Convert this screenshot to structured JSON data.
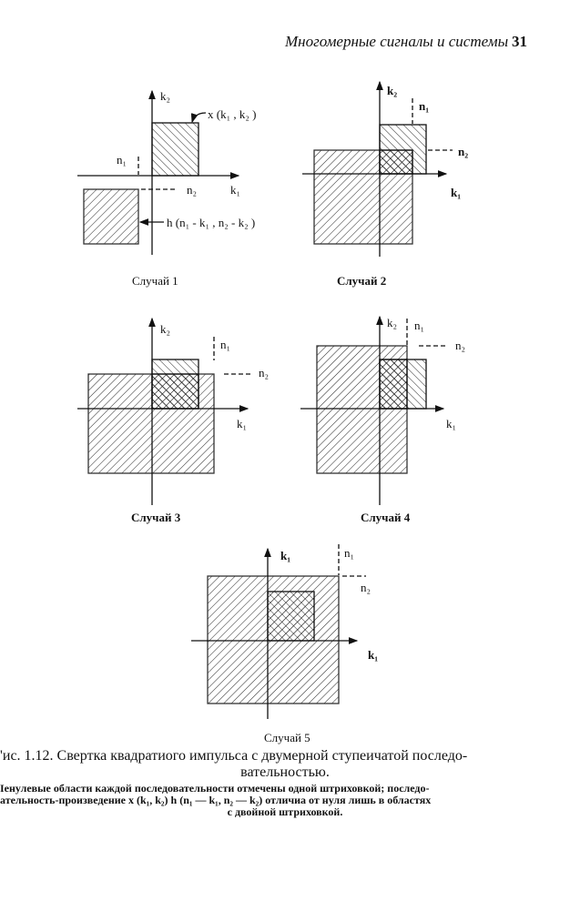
{
  "header": {
    "running_title": "Многомерные сигналы и системы",
    "page_number": "31"
  },
  "cases": [
    {
      "caption": "Случай 1",
      "k1": "k₁",
      "k2": "k₂",
      "n1": "n₁",
      "n2": "n₂",
      "x_label": "x (k₁ , k₂ )",
      "h_label": "h (n₁  - k₁ , n₂  - k₂ )"
    },
    {
      "caption": "Случай 2",
      "k1": "k₁",
      "k2": "k₂",
      "n1": "n₁",
      "n2": "n₂"
    },
    {
      "caption": "Случай 3",
      "k1": "k₁",
      "k2": "k₂",
      "n1": "n₁",
      "n2": "n₂"
    },
    {
      "caption": "Случай 4",
      "k1": "k₁",
      "k2": "k₂",
      "n1": "n₁",
      "n2": "n₂"
    },
    {
      "caption": "Случай 5",
      "k1": "k₁",
      "k2": "k₁",
      "n1": "n₁",
      "n2": "n₂"
    }
  ],
  "figure": {
    "title_line1": "'ис. 1.12. Свертка квадратиого импульса с двумерной ступеичатой последо-",
    "title_line2": "вательностью.",
    "note_line1": "Іенулевые области каждой последовательности отмечены одной штриховкой; последо-",
    "note_line2": "ательность-произведение x (k₁, k₂) h (n₁ — k₁, n₂ — k₂) отличиа от нуля лишь в областях",
    "note_line3": "с двойной штриховкой."
  }
}
